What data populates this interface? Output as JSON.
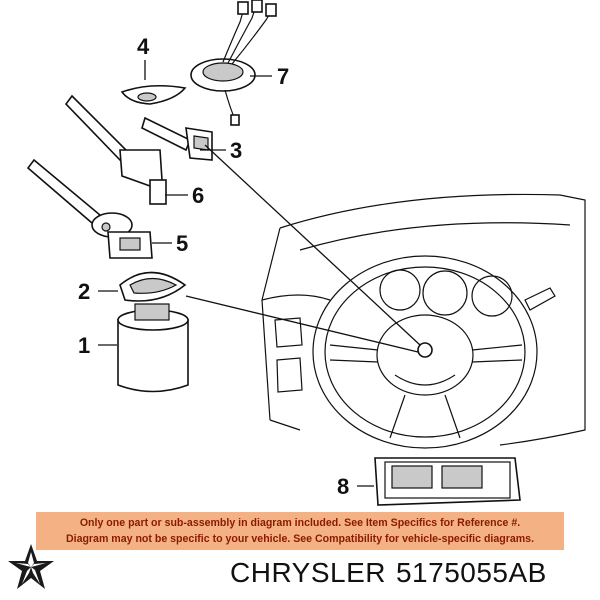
{
  "callouts": [
    "1",
    "2",
    "3",
    "4",
    "5",
    "6",
    "7",
    "8"
  ],
  "disclaimer": {
    "line1": "Only one part or sub-assembly in diagram included. See Item Specifics for Reference #.",
    "line2": "Diagram may not be specific to your vehicle. See Compatibility for vehicle-specific diagrams.",
    "background": "#f4b183",
    "text_color": "#8b1a00"
  },
  "footer": {
    "brand": "CHRYSLER",
    "part_number": "5175055AB",
    "logo_icon": "chrysler-pentastar-logo"
  }
}
